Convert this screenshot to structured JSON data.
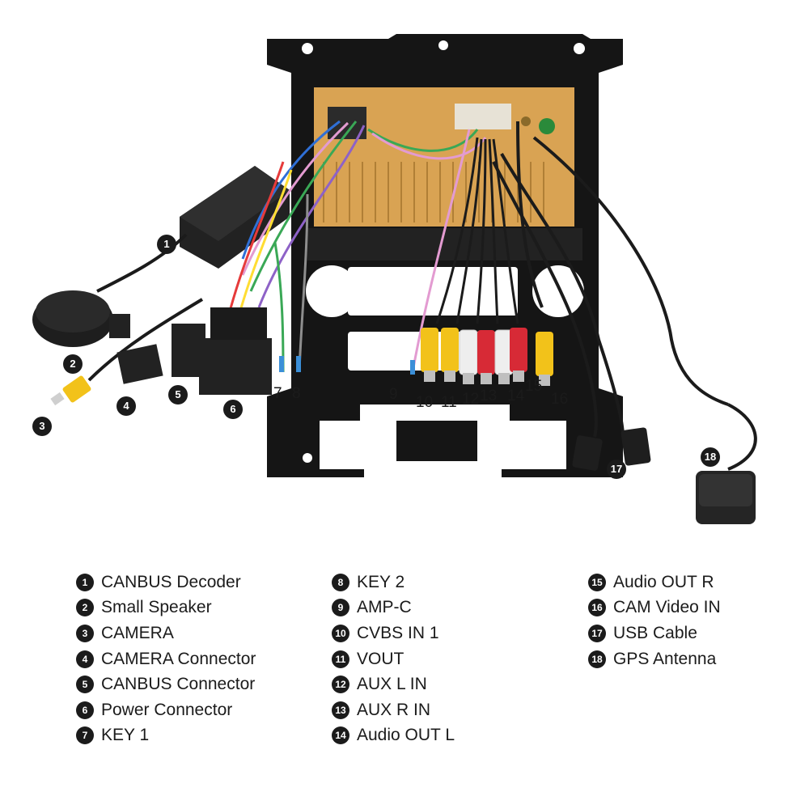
{
  "colors": {
    "badge": "#1b1b1b",
    "board": "#d9a353",
    "frame": "#151515",
    "rca_yellow": "#f2c21a",
    "rca_red": "#d72a36",
    "rca_white": "#eeeeee"
  },
  "markers": [
    {
      "num": "1"
    },
    {
      "num": "2"
    },
    {
      "num": "3"
    },
    {
      "num": "4"
    },
    {
      "num": "5"
    },
    {
      "num": "6"
    },
    {
      "num": "7"
    },
    {
      "num": "8"
    },
    {
      "num": "9"
    },
    {
      "num": "10"
    },
    {
      "num": "11"
    },
    {
      "num": "12"
    },
    {
      "num": "13"
    },
    {
      "num": "14"
    },
    {
      "num": "15"
    },
    {
      "num": "16"
    },
    {
      "num": "17"
    },
    {
      "num": "18"
    }
  ],
  "legend": [
    {
      "num": "1",
      "label": "CANBUS Decoder"
    },
    {
      "num": "2",
      "label": "Small Speaker"
    },
    {
      "num": "3",
      "label": "CAMERA"
    },
    {
      "num": "4",
      "label": "CAMERA Connector"
    },
    {
      "num": "5",
      "label": "CANBUS Connector"
    },
    {
      "num": "6",
      "label": "Power Connector"
    },
    {
      "num": "7",
      "label": "KEY 1"
    },
    {
      "num": "8",
      "label": "KEY 2"
    },
    {
      "num": "9",
      "label": "AMP-C"
    },
    {
      "num": "10",
      "label": "CVBS IN 1"
    },
    {
      "num": "11",
      "label": "VOUT"
    },
    {
      "num": "12",
      "label": "AUX L IN"
    },
    {
      "num": "13",
      "label": "AUX R IN"
    },
    {
      "num": "14",
      "label": "Audio OUT L"
    },
    {
      "num": "15",
      "label": "Audio OUT R"
    },
    {
      "num": "16",
      "label": "CAM Video IN"
    },
    {
      "num": "17",
      "label": "USB Cable"
    },
    {
      "num": "18",
      "label": "GPS Antenna"
    }
  ]
}
